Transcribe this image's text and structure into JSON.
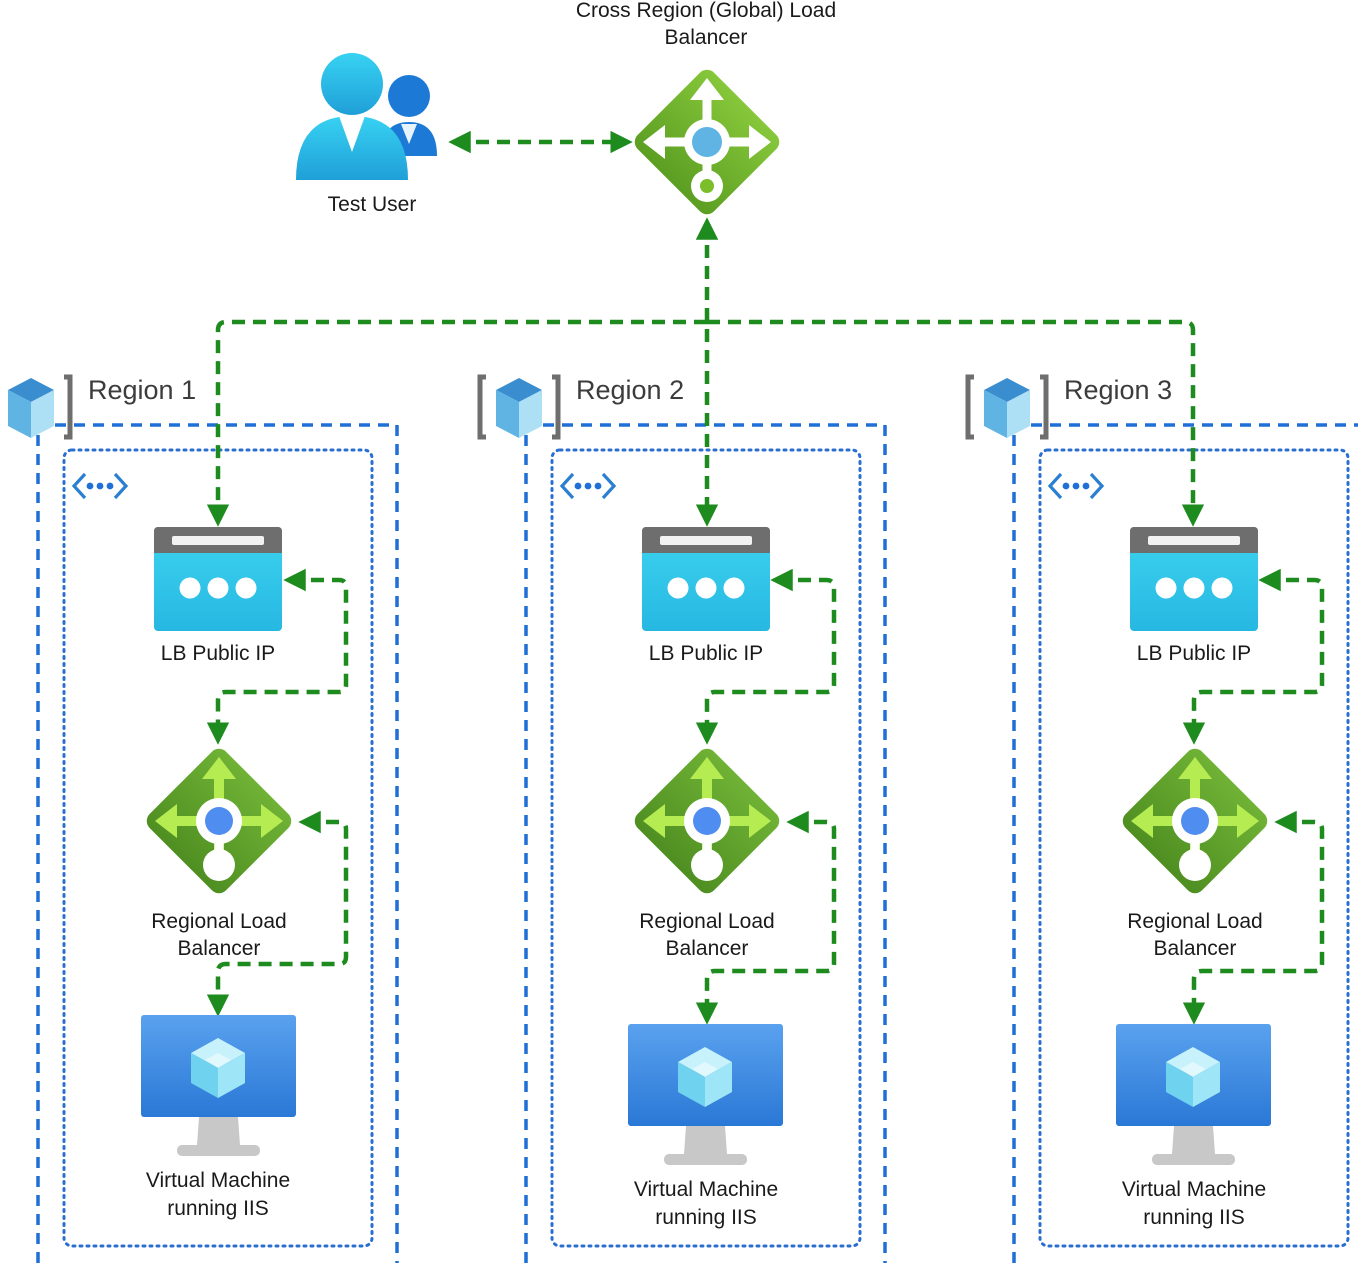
{
  "global_lb": {
    "label_line1": "Cross Region (Global) Load",
    "label_line2": "Balancer"
  },
  "user": {
    "label": "Test User"
  },
  "regions": [
    {
      "name": "Region 1",
      "public_ip_label": "LB Public IP",
      "lb_label_line1": "Regional Load",
      "lb_label_line2": "Balancer",
      "vm_label_line1": "Virtual Machine",
      "vm_label_line2": "running IIS"
    },
    {
      "name": "Region 2",
      "public_ip_label": "LB Public IP",
      "lb_label_line1": "Regional Load",
      "lb_label_line2": "Balancer",
      "vm_label_line1": "Virtual Machine",
      "vm_label_line2": "running IIS"
    },
    {
      "name": "Region 3",
      "public_ip_label": "LB Public IP",
      "lb_label_line1": "Regional Load",
      "lb_label_line2": "Balancer",
      "vm_label_line1": "Virtual Machine",
      "vm_label_line2": "running IIS"
    }
  ],
  "icons": {
    "user": "users-icon",
    "global_lb": "load-balancer-icon",
    "region": "region-cube-icon",
    "vnet": "virtual-network-icon",
    "public_ip": "public-ip-icon",
    "regional_lb": "load-balancer-icon",
    "vm": "virtual-machine-icon"
  },
  "colors": {
    "flow_arrow": "#1e8b1e",
    "region_boundary": "#1f6fd6",
    "vnet_boundary": "#2a6fd0",
    "global_lb_fill": "#7cbd2a",
    "regional_lb_fill": "#5ea32a",
    "public_ip_fill": "#32c9ea",
    "vm_screen": "#3f8ee6"
  }
}
